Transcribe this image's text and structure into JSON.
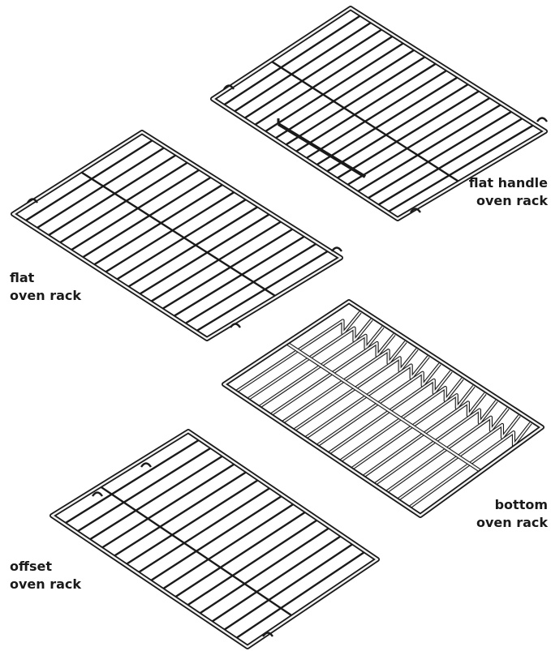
{
  "racks": [
    {
      "id": "flat-handle",
      "lines": [
        "flat handle",
        "oven rack"
      ]
    },
    {
      "id": "flat",
      "lines": [
        "flat",
        "oven rack"
      ]
    },
    {
      "id": "bottom",
      "lines": [
        "bottom",
        "oven rack"
      ]
    },
    {
      "id": "offset",
      "lines": [
        "offset",
        "oven rack"
      ]
    }
  ],
  "colors": {
    "wire_dark": "#1a1a1a",
    "wire_fill": "#f2f2f2",
    "background": "#ffffff"
  }
}
